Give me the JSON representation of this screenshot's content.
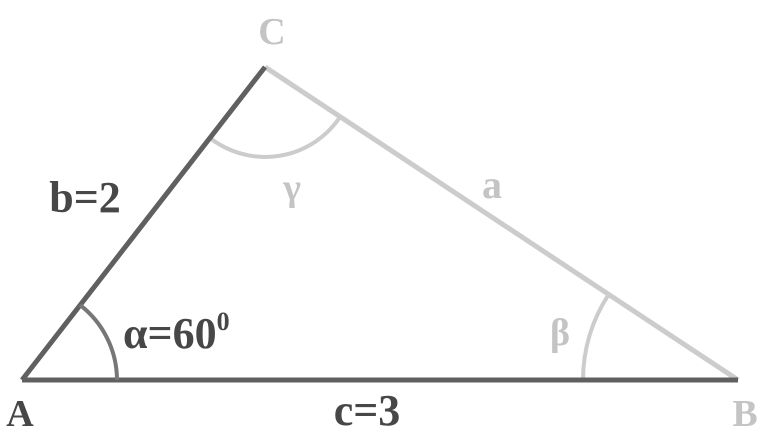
{
  "vertices": {
    "A": "A",
    "B": "B",
    "C": "C"
  },
  "sides": {
    "a": "a",
    "b": "b=2",
    "c": "c=3"
  },
  "angles": {
    "alpha_symbol": "α=60",
    "alpha_degree": "0",
    "beta": "β",
    "gamma": "γ"
  },
  "colors": {
    "dark": "#606060",
    "light": "#cccccc",
    "dark_text": "#474747",
    "light_text": "#c4c4c4"
  }
}
